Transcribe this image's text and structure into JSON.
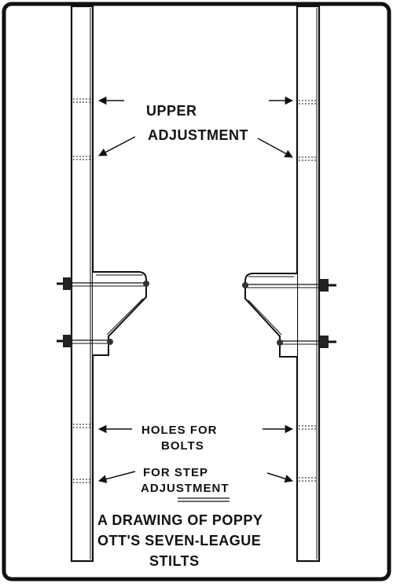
{
  "labels": {
    "upper_line1": "UPPER",
    "upper_line2": "ADJUSTMENT",
    "holes_line1": "HOLES FOR",
    "holes_line2": "BOLTS",
    "step_line1": "FOR STEP",
    "step_line2": "ADJUSTMENT"
  },
  "caption": {
    "line1": "A DRAWING OF POPPY",
    "line2": "OTT'S SEVEN-LEAGUE",
    "line3": "STILTS"
  },
  "colors": {
    "ink": "#111111",
    "paper": "#ffffff"
  }
}
